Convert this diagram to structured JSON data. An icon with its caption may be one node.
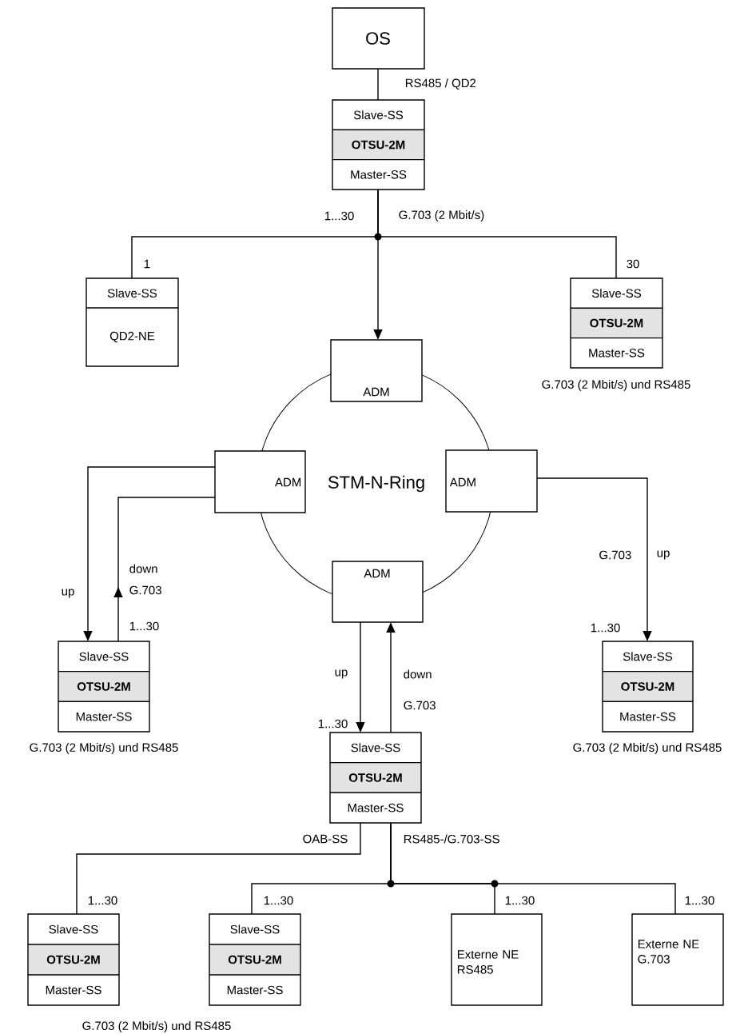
{
  "diagram": {
    "nodes": [
      {
        "text": [
          "OS"
        ]
      },
      {
        "text": [
          "Slave-SS",
          "OTSU-2M",
          "Master-SS"
        ]
      },
      {
        "text": [
          "Slave-SS",
          "QD2-NE"
        ]
      },
      {
        "text": [
          "Slave-SS",
          "OTSU-2M",
          "Master-SS"
        ],
        "beside": [
          "G.703 (2 Mbit/s) und RS485"
        ]
      },
      {
        "text": [
          "STM-N-Ring"
        ]
      },
      {
        "text": [
          "ADM"
        ]
      },
      {
        "text": [
          "ADM"
        ]
      },
      {
        "text": [
          "ADM"
        ]
      },
      {
        "text": [
          "ADM"
        ]
      },
      {
        "text": [
          "Slave-SS",
          "OTSU-2M",
          "Master-SS"
        ],
        "beside": [
          "G.703 (2 Mbit/s) und RS485"
        ]
      },
      {
        "text": [
          "Slave-SS",
          "OTSU-2M",
          "Master-SS"
        ],
        "beside": [
          "G.703 (2 Mbit/s) und RS485"
        ]
      },
      {
        "text": [
          "Slave-SS",
          "OTSU-2M",
          "Master-SS"
        ]
      },
      {
        "text": [
          "Slave-SS",
          "OTSU-2M",
          "Master-SS"
        ]
      },
      {
        "text": [
          "Slave-SS",
          "OTSU-2M",
          "Master-SS"
        ]
      },
      {
        "text": [
          "Externe NE RS485"
        ]
      },
      {
        "text": [
          "Externe NE G.703"
        ]
      }
    ],
    "edges": [
      {
        "from": 0,
        "to": 1,
        "arrow": "none",
        "label": "RS485 / QD2"
      },
      {
        "from": 1,
        "to": 2,
        "arrow": "none",
        "label": "1"
      },
      {
        "from": 1,
        "to": 3,
        "arrow": "none",
        "label": "30"
      },
      {
        "from": 1,
        "to": 5,
        "arrow": "to",
        "label": "G.703 (2 Mbit/s)"
      },
      {
        "from": 6,
        "to": 9,
        "arrow": "to",
        "label": "up"
      },
      {
        "from": 9,
        "to": 6,
        "arrow": "to",
        "label": "down"
      },
      {
        "from": 7,
        "to": 10,
        "arrow": "to",
        "label": "up"
      },
      {
        "from": 8,
        "to": 11,
        "arrow": "to",
        "label": "up"
      },
      {
        "from": 11,
        "to": 8,
        "arrow": "to",
        "label": "down"
      },
      {
        "from": 11,
        "to": 12,
        "arrow": "none",
        "label": "OAB-SS"
      },
      {
        "from": 11,
        "to": 13,
        "arrow": "none"
      },
      {
        "from": 11,
        "to": 14,
        "arrow": "none"
      },
      {
        "from": 11,
        "to": 15,
        "arrow": "none"
      }
    ],
    "labels": [
      "1...30",
      "G.703",
      "1...30",
      "G.703",
      "1...30",
      "G.703",
      "1...30",
      "RS485-/G.703-SS",
      "1...30",
      "1...30",
      "1...30",
      "1...30",
      "G.703 (2 Mbit/s) und RS485"
    ]
  }
}
